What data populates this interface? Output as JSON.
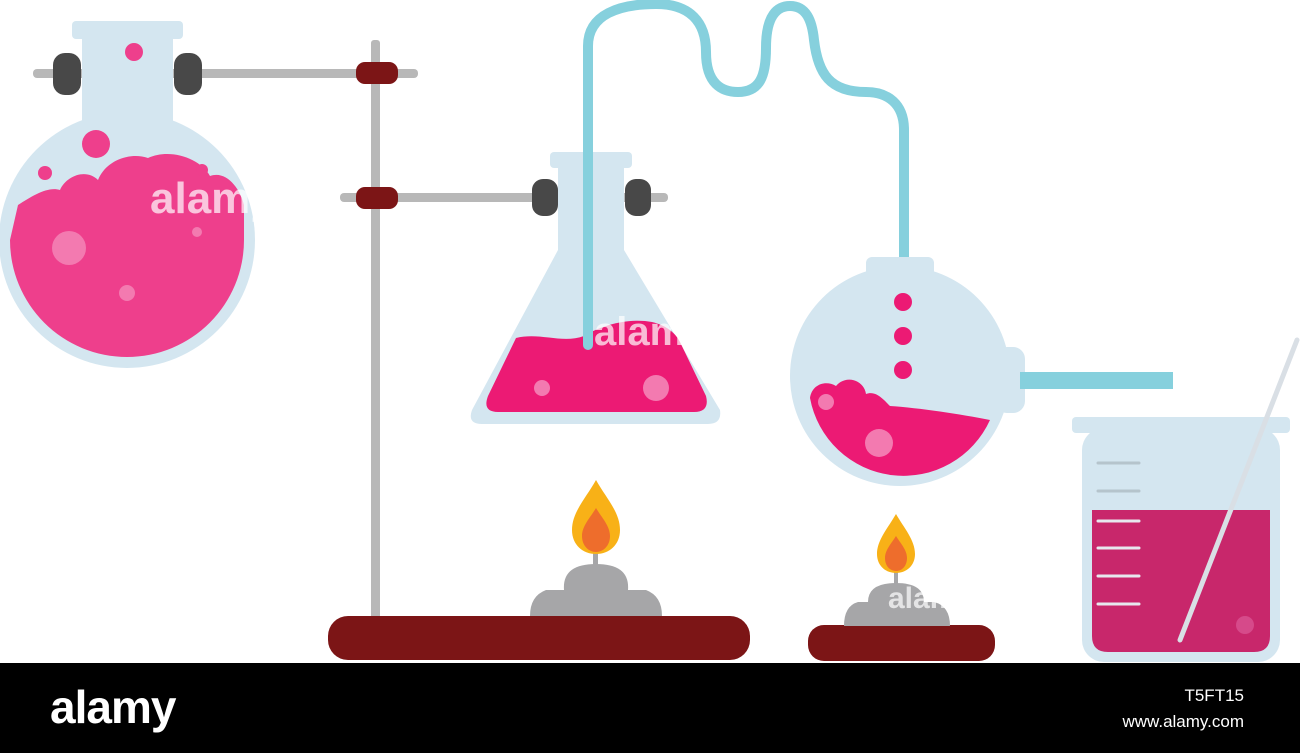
{
  "footer": {
    "logo": "alamy",
    "image_id": "T5FT15",
    "url": "www.alamy.com"
  },
  "watermark": "alamy",
  "colors": {
    "glass": "#d4e6f0",
    "tube": "#86d0dd",
    "pink": "#ee3f8c",
    "magenta": "#ec1a74",
    "beaker_liquid": "#c8276b",
    "stand": "#b8b8b8",
    "clamp": "#484848",
    "base": "#7c1516",
    "burner": "#a6a6a8",
    "flame_outer": "#f8b117",
    "flame_inner": "#ee6d2c",
    "footer_bg": "#000000"
  }
}
